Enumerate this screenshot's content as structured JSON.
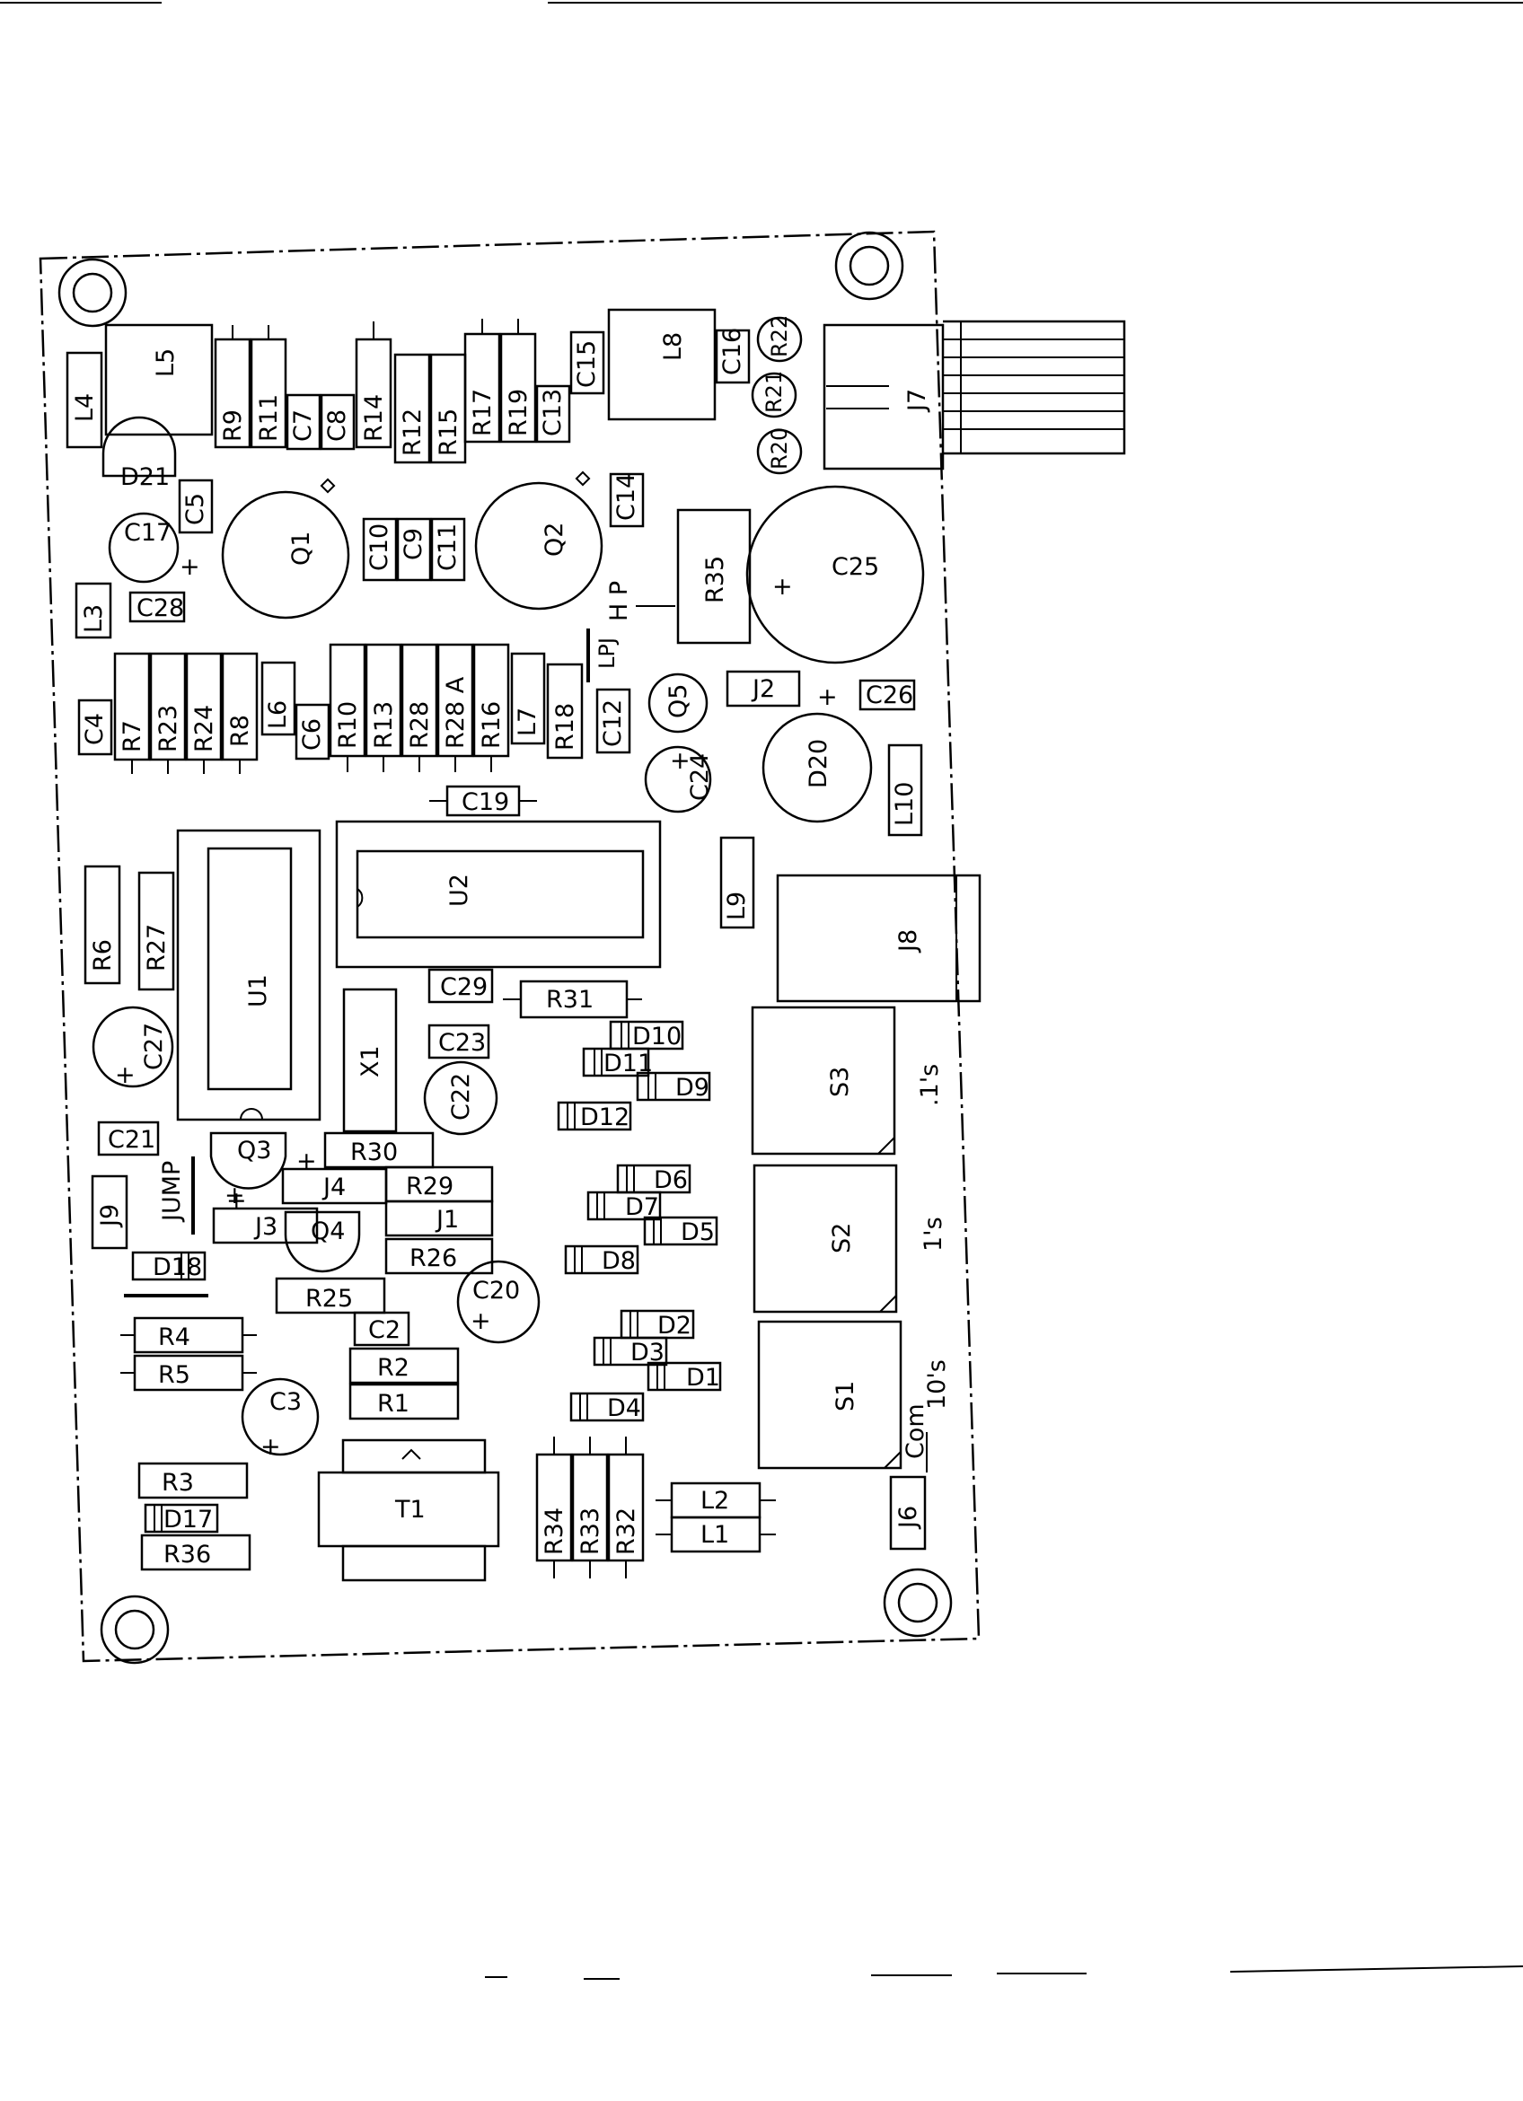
{
  "board": {
    "connectors": {
      "j7": "J7",
      "j8": "J8",
      "j6": "J6",
      "j9": "J9",
      "j1": "J1",
      "j2": "J2",
      "j3": "J3",
      "j4": "J4",
      "jump": "JUMP",
      "hp": "H P",
      "lpj": "LPJ",
      "com": "Com"
    },
    "ics": {
      "u1": "U1",
      "u2": "U2",
      "x1": "X1",
      "t1": "T1"
    },
    "switches": [
      {
        "ref": "S3",
        "label": ".1's"
      },
      {
        "ref": "S2",
        "label": "1's"
      },
      {
        "ref": "S1",
        "label": "10's"
      }
    ],
    "transistors": {
      "q1": "Q1",
      "q2": "Q2",
      "q3": "Q3",
      "q4": "Q4",
      "q5": "Q5"
    },
    "diodes": {
      "d21": "D21",
      "d20": "D20",
      "d18": "D18",
      "d17": "D17",
      "d10": "D10",
      "d11": "D11",
      "d9": "D9",
      "d12": "D12",
      "d6": "D6",
      "d7": "D7",
      "d5": "D5",
      "d8": "D8",
      "d2": "D2",
      "d3": "D3",
      "d1": "D1",
      "d4": "D4"
    },
    "inductors": {
      "l1": "L1",
      "l2": "L2",
      "l3": "L3",
      "l4": "L4",
      "l5": "L5",
      "l6": "L6",
      "l7": "L7",
      "l8": "L8",
      "l9": "L9",
      "l10": "L10"
    },
    "capacitors": {
      "c2": "C2",
      "c3": "C3",
      "c4": "C4",
      "c5": "C5",
      "c6": "C6",
      "c7": "C7",
      "c8": "C8",
      "c9": "C9",
      "c10": "C10",
      "c11": "C11",
      "c12": "C12",
      "c13": "C13",
      "c14": "C14",
      "c15": "C15",
      "c16": "C16",
      "c17": "C17",
      "c19": "C19",
      "c20": "C20",
      "c21": "C21",
      "c22": "C22",
      "c23": "C23",
      "c24": "C24",
      "c25": "C25",
      "c26": "C26",
      "c27": "C27",
      "c28": "C28",
      "c29": "C29"
    },
    "resistors": {
      "r1": "R1",
      "r2": "R2",
      "r3": "R3",
      "r4": "R4",
      "r5": "R5",
      "r6": "R6",
      "r7": "R7",
      "r8": "R8",
      "r9": "R9",
      "r10": "R10",
      "r11": "R11",
      "r12": "R12",
      "r13": "R13",
      "r14": "R14",
      "r15": "R15",
      "r16": "R16",
      "r17": "R17",
      "r18": "R18",
      "r19": "R19",
      "r20": "R20",
      "r21": "R21",
      "r22": "R22",
      "r23": "R23",
      "r24": "R24",
      "r25": "R25",
      "r26": "R26",
      "r27": "R27",
      "r28": "R28",
      "r28a": "R28 A",
      "r29": "R29",
      "r30": "R30",
      "r31": "R31",
      "r32": "R32",
      "r33": "R33",
      "r34": "R34",
      "r35": "R35",
      "r36": "R36"
    }
  }
}
